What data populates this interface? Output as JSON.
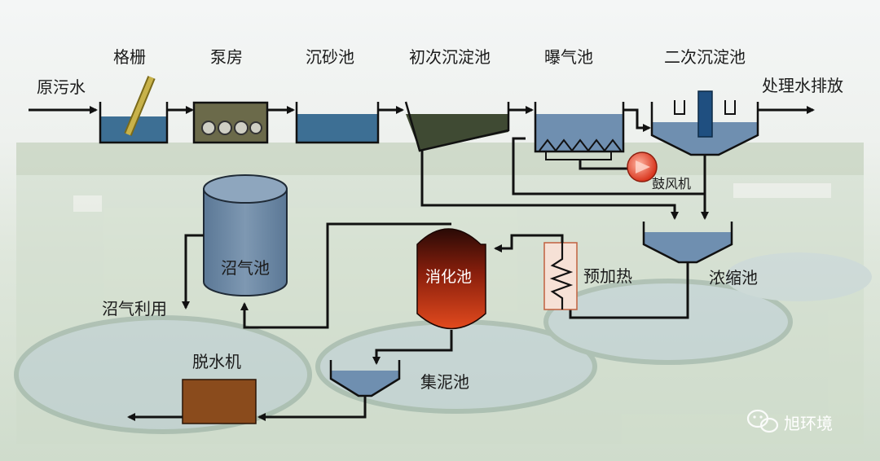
{
  "diagram": {
    "labels": {
      "raw_sewage": "原污水",
      "grating": "格栅",
      "pump_house": "泵房",
      "grit_chamber": "沉砂池",
      "primary_clarifier": "初次沉淀池",
      "aeration_tank": "曝气池",
      "secondary_clarifier": "二次沉淀池",
      "effluent_discharge": "处理水排放",
      "blower": "鼓风机",
      "biogas_tank": "沼气池",
      "biogas_use": "沼气利用",
      "digester": "消化池",
      "preheating": "预加热",
      "thickener": "浓缩池",
      "dewatering_machine": "脱水机",
      "sludge_tank": "集泥池"
    },
    "watermark": "旭环境"
  },
  "colors": {
    "water": "#3d6f94",
    "tank_outline": "#111111",
    "pipe": "#111111",
    "digester_top": "#2a0a06",
    "digester_bottom": "#d9421b",
    "biogas_tank": "#6e8aa6",
    "dewatering": "#8a4b1c",
    "pump_house": "#6b6a4a",
    "blower": "#e24b33",
    "preheater": "#f7e3d8",
    "background": "#e6ece4"
  }
}
